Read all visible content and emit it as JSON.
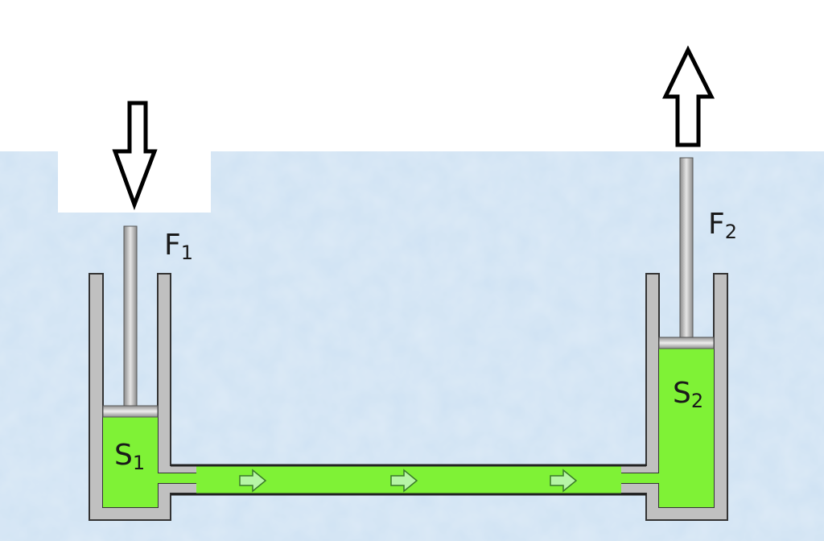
{
  "labels": {
    "f1_main": "F",
    "f1_sub": "1",
    "f2_main": "F",
    "f2_sub": "2",
    "s1_main": "S",
    "s1_sub": "1",
    "s2_main": "S",
    "s2_sub": "2"
  },
  "colors": {
    "background": "#cfe2f3",
    "fluid": "#7ff236",
    "wall": "#c0c0c0",
    "wall_stroke": "#333333",
    "arrow_stroke": "#000000",
    "flow_arrow": "#b6f5a6"
  }
}
